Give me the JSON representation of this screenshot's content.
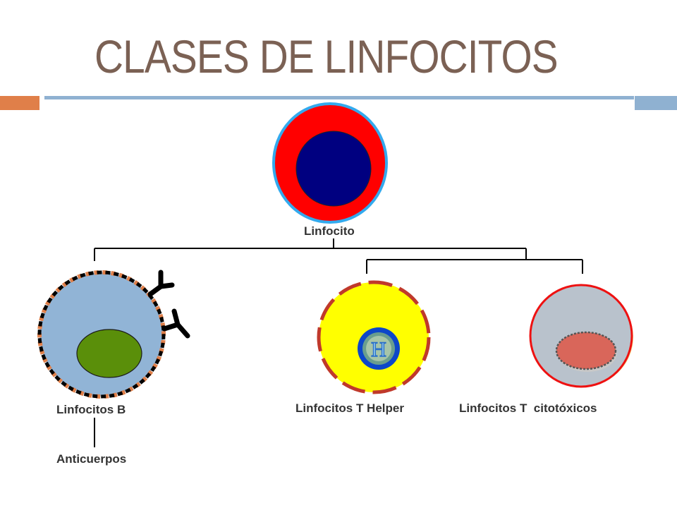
{
  "slide": {
    "title": "CLASES DE LINFOCITOS",
    "accent_orange": "#e07f49",
    "accent_blue": "#8fb1d1",
    "title_color": "#7b6154"
  },
  "diagram": {
    "root_label": "Linfocito",
    "b_cell_label": "Linfocitos B",
    "helper_label": "Linfocitos T Helper",
    "cytotoxic_label": "Linfocitos T  citotóxicos",
    "antibody_label": "Anticuerpos",
    "helper_marker": "H"
  },
  "colors": {
    "lymphocyte_cytoplasm": "#ff0000",
    "lymphocyte_nucleus": "#000080",
    "lymphocyte_border": "#33aaee",
    "b_cell_body": "#91b4d6",
    "b_cell_nucleus": "#5a8f0a",
    "helper_body": "#ffff00",
    "helper_border": "#c0392b",
    "cytotoxic_body": "#b9c2cc",
    "cytotoxic_nucleus": "#d9665a"
  }
}
